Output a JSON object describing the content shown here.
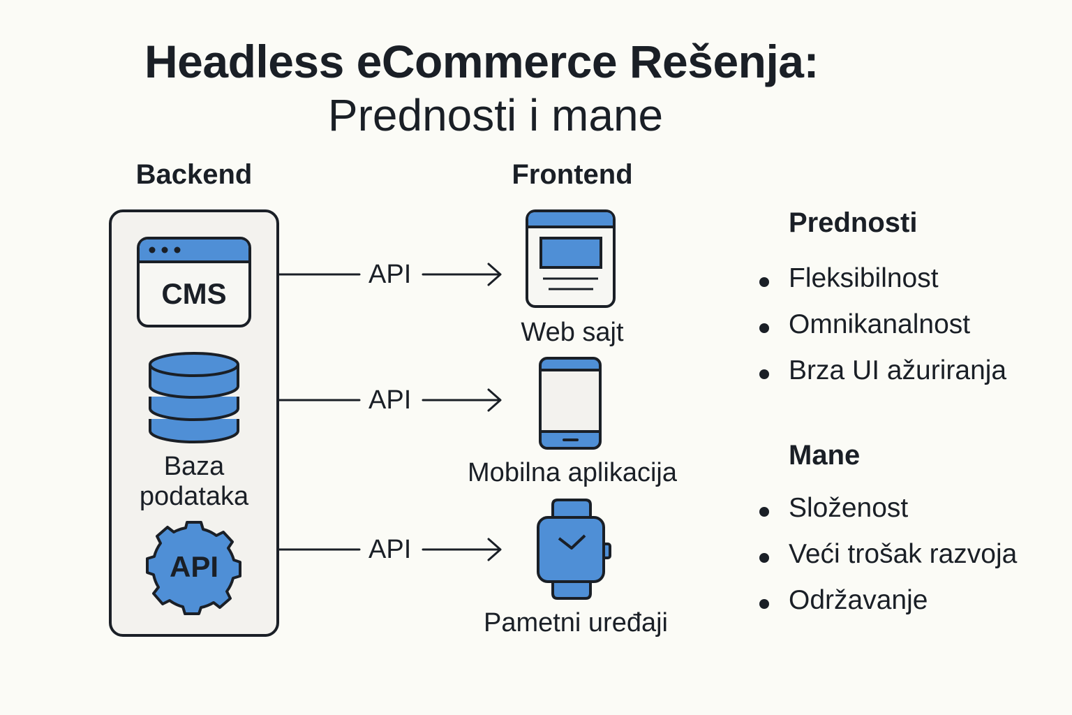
{
  "title": {
    "line1": "Headless eCommerce Rešenja:",
    "line2": "Prednosti i mane"
  },
  "backend": {
    "heading": "Backend",
    "cms_label": "CMS",
    "database_label": [
      "Baza",
      "podataka"
    ],
    "api_gear_label": "API"
  },
  "frontend": {
    "heading": "Frontend",
    "items": [
      {
        "label": "Web sajt",
        "icon": "browser-window-icon"
      },
      {
        "label": "Mobilna aplikacija",
        "icon": "mobile-phone-icon"
      },
      {
        "label": "Pametni uređaji",
        "icon": "smartwatch-icon"
      }
    ]
  },
  "connections": [
    "API",
    "API",
    "API"
  ],
  "advantages": {
    "heading": "Prednosti",
    "items": [
      "Fleksibilnost",
      "Omnikanalnost",
      "Brza UI ažuriranja"
    ]
  },
  "disadvantages": {
    "heading": "Mane",
    "items": [
      "Složenost",
      "Veći trošak razvoja",
      "Održavanje"
    ]
  },
  "colors": {
    "accent": "#4f8fd6",
    "ink": "#1a1f26",
    "panel": "#f3f2ee",
    "background": "#fbfbf6"
  }
}
